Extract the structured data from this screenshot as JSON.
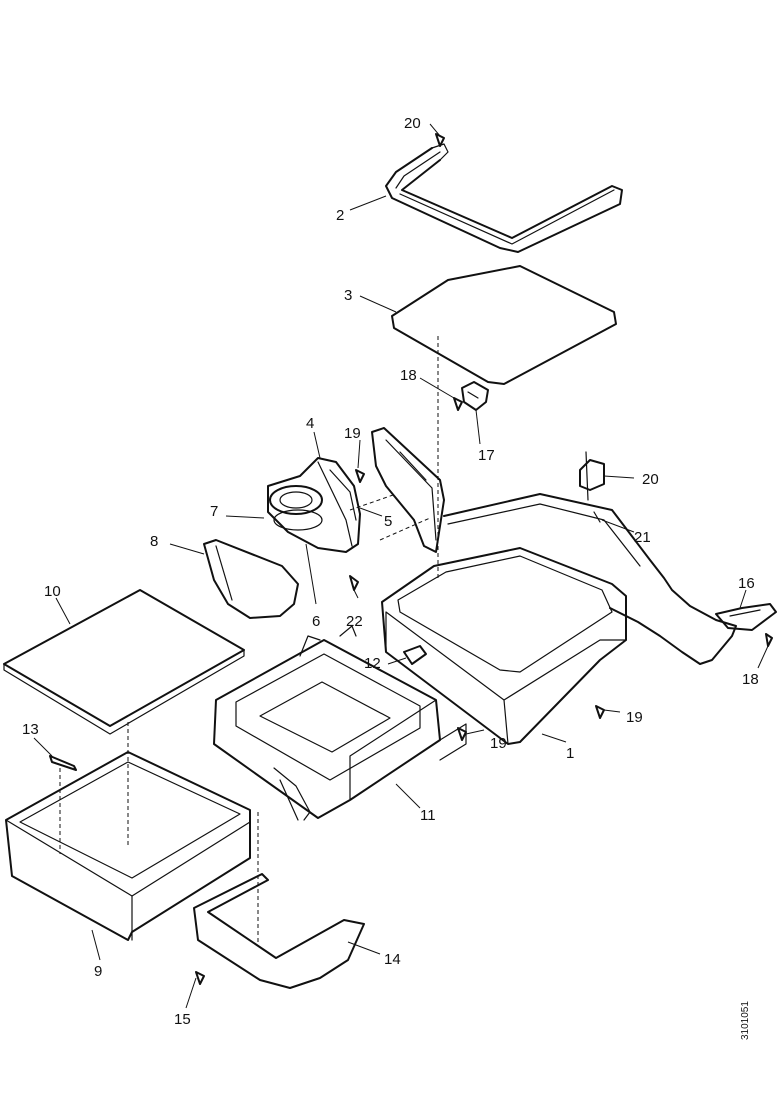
{
  "diagram": {
    "callouts": [
      "20",
      "2",
      "3",
      "18",
      "17",
      "19",
      "4",
      "5",
      "7",
      "8",
      "6",
      "22",
      "20",
      "21",
      "16",
      "18",
      "10",
      "12",
      "19",
      "1",
      "19",
      "13",
      "11",
      "9",
      "14",
      "15"
    ],
    "figure_id": "3101051"
  }
}
